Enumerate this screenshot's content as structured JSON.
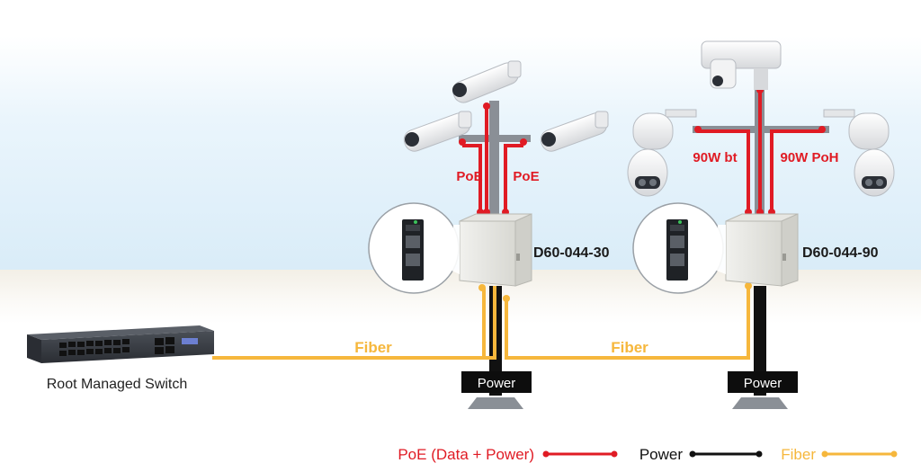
{
  "labels": {
    "poe_left": "PoE",
    "poe_right": "PoE",
    "bt": "90W bt",
    "poh": "90W PoH",
    "model1": "D60-044-30",
    "model2": "D60-044-90",
    "fiber1": "Fiber",
    "fiber2": "Fiber",
    "power1": "Power",
    "power2": "Power",
    "switch": "Root Managed Switch"
  },
  "legend": {
    "poe": "PoE (Data + Power)",
    "power": "Power",
    "fiber": "Fiber"
  },
  "colors": {
    "poe": "#e01b24",
    "power": "#111111",
    "fiber": "#f6b73c",
    "pole": "#8a8f96"
  }
}
